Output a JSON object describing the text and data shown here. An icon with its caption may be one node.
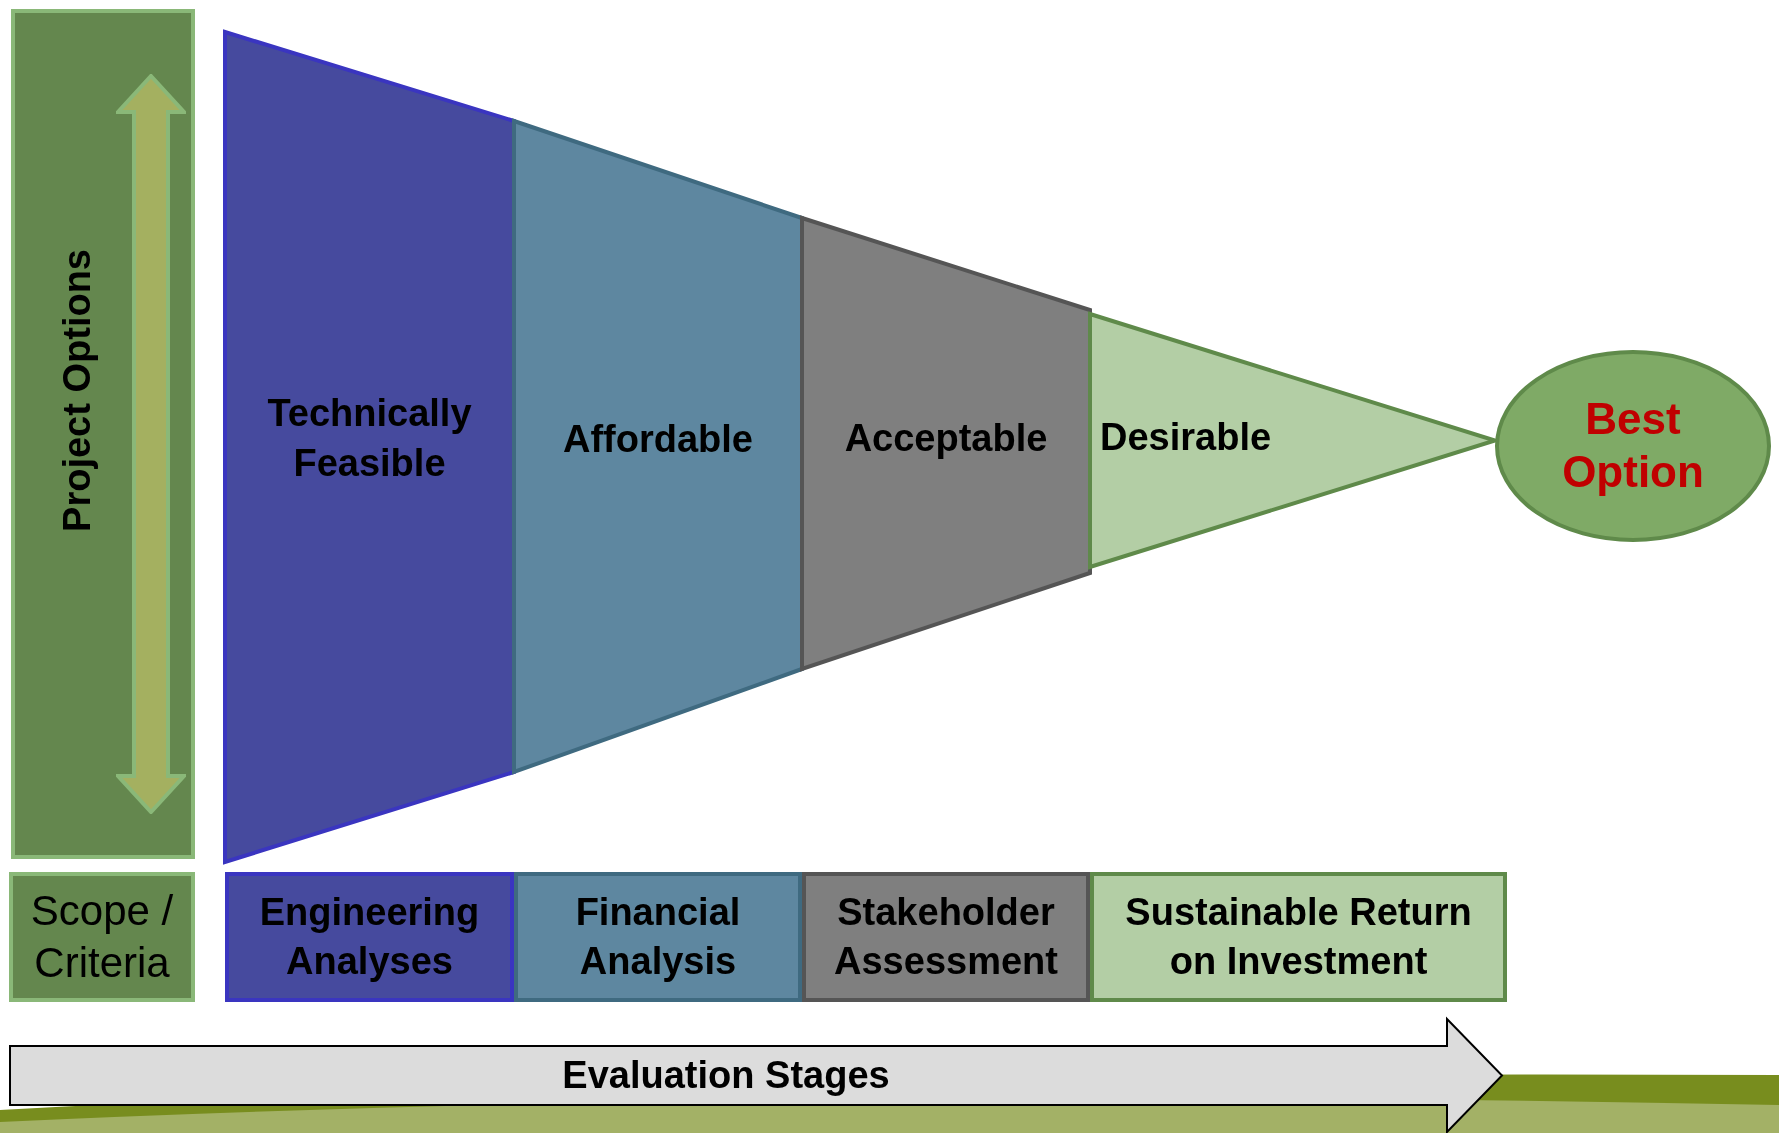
{
  "diagram": {
    "nodes": [
      {
        "text": [
          "Project Options"
        ]
      },
      {
        "text": [
          "Technically Feasible"
        ]
      },
      {
        "text": [
          "Affordable"
        ]
      },
      {
        "text": [
          "Acceptable"
        ]
      },
      {
        "text": [
          "Desirable"
        ]
      },
      {
        "text": [
          "Best Option"
        ]
      },
      {
        "text": [
          "Scope / Criteria"
        ]
      },
      {
        "text": [
          "Engineering Analyses"
        ]
      },
      {
        "text": [
          "Financial Analysis"
        ]
      },
      {
        "text": [
          "Stakeholder Assessment"
        ]
      },
      {
        "text": [
          "Sustainable Return on Investment"
        ]
      },
      {
        "text": [
          "Evaluation Stages"
        ]
      }
    ]
  }
}
